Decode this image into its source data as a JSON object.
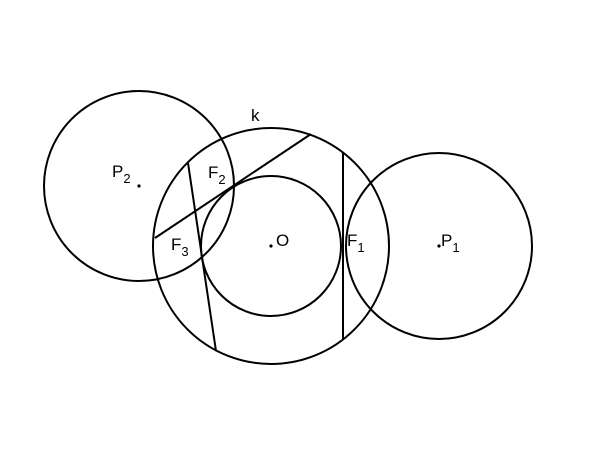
{
  "labels": {
    "k": "k",
    "P2": "P",
    "P2_sub": "2",
    "P1": "P",
    "P1_sub": "1",
    "O": "O",
    "F1": "F",
    "F1_sub": "1",
    "F2": "F",
    "F2_sub": "2",
    "F3": "F",
    "F3_sub": "3"
  }
}
